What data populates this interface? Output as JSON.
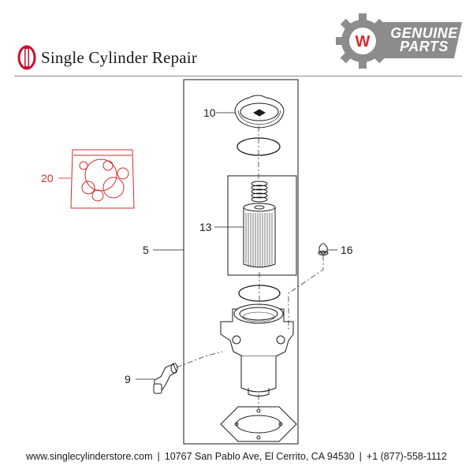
{
  "brand": {
    "name": "Single Cylinder Repair"
  },
  "badge": {
    "line1": "GENUINE",
    "line2": "PARTS",
    "letter": "W"
  },
  "callouts": {
    "p10": "10",
    "p20": "20",
    "p13": "13",
    "p5": "5",
    "p16": "16",
    "p9": "9"
  },
  "footer": {
    "website": "www.singlecylinderstore.com",
    "address": "10767 San Pablo Ave, El Cerrito, CA 94530",
    "phone": "+1 (877)-558-1112",
    "separator": "|"
  },
  "colors": {
    "badge_gray": "#8c8c8c",
    "accent_red": "#d42b2b",
    "logo_red": "#c8102e"
  },
  "icons": {
    "brand": "brand-logo-icon",
    "badge": "gear-badge-icon"
  }
}
